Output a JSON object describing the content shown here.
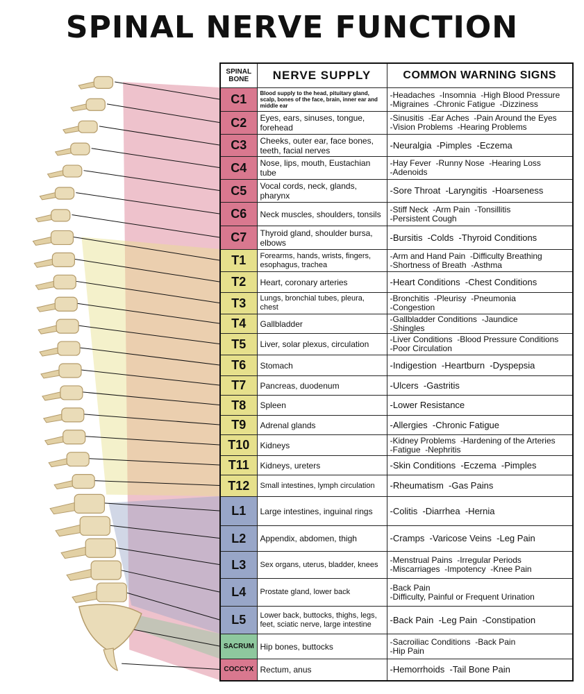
{
  "title": "SPINAL NERVE FUNCTION",
  "headers": {
    "bone_line1": "SPINAL",
    "bone_line2": "BONE",
    "nerve": "NERVE SUPPLY",
    "warning": "COMMON WARNING SIGNS"
  },
  "colors": {
    "cervical": "#d9788f",
    "thoracic": "#e6e08c",
    "lumbar": "#98a6c8",
    "sacral": "#8ec89e",
    "bone": "#eadcb8"
  },
  "rows": [
    {
      "bone": "C1",
      "nerve": "Blood supply to the head, pituitary gland, scalp, bones of the face, brain, inner ear and middle ear",
      "warn": [
        "-Headaches  -Insomnia  -High Blood Pressure",
        "-Migraines  -Chronic Fatigue  -Dizziness"
      ]
    },
    {
      "bone": "C2",
      "nerve": "Eyes, ears, sinuses, tongue, forehead",
      "warn": [
        "-Sinusitis  -Ear Aches  -Pain Around the Eyes",
        "-Vision Problems  -Hearing Problems"
      ]
    },
    {
      "bone": "C3",
      "nerve": "Cheeks, outer ear, face bones, teeth, facial nerves",
      "warn": [
        "-Neuralgia  -Pimples  -Eczema"
      ]
    },
    {
      "bone": "C4",
      "nerve": "Nose, lips, mouth, Eustachian tube",
      "warn": [
        "-Hay Fever  -Runny Nose  -Hearing Loss",
        "-Adenoids"
      ]
    },
    {
      "bone": "C5",
      "nerve": "Vocal cords, neck, glands, pharynx",
      "warn": [
        "-Sore Throat  -Laryngitis  -Hoarseness"
      ]
    },
    {
      "bone": "C6",
      "nerve": "Neck muscles, shoulders, tonsils",
      "warn": [
        "-Stiff Neck  -Arm Pain  -Tonsillitis",
        "-Persistent Cough"
      ]
    },
    {
      "bone": "C7",
      "nerve": "Thyroid gland, shoulder bursa, elbows",
      "warn": [
        "-Bursitis  -Colds  -Thyroid Conditions"
      ]
    },
    {
      "bone": "T1",
      "nerve": "Forearms, hands, wrists, fingers, esophagus, trachea",
      "warn": [
        "-Arm and Hand Pain  -Difficulty Breathing",
        "-Shortness of Breath  -Asthma"
      ]
    },
    {
      "bone": "T2",
      "nerve": "Heart, coronary arteries",
      "warn": [
        "-Heart Conditions  -Chest Conditions"
      ]
    },
    {
      "bone": "T3",
      "nerve": "Lungs, bronchial tubes, pleura, chest",
      "warn": [
        "-Bronchitis  -Pleurisy  -Pneumonia",
        "-Congestion"
      ]
    },
    {
      "bone": "T4",
      "nerve": "Gallbladder",
      "warn": [
        "-Gallbladder Conditions  -Jaundice",
        "-Shingles"
      ]
    },
    {
      "bone": "T5",
      "nerve": "Liver, solar plexus, circulation",
      "warn": [
        "-Liver Conditions  -Blood Pressure Conditions",
        "-Poor Circulation"
      ]
    },
    {
      "bone": "T6",
      "nerve": "Stomach",
      "warn": [
        "-Indigestion  -Heartburn  -Dyspepsia"
      ]
    },
    {
      "bone": "T7",
      "nerve": "Pancreas, duodenum",
      "warn": [
        "-Ulcers  -Gastritis"
      ]
    },
    {
      "bone": "T8",
      "nerve": "Spleen",
      "warn": [
        "-Lower Resistance"
      ]
    },
    {
      "bone": "T9",
      "nerve": "Adrenal glands",
      "warn": [
        "-Allergies  -Chronic Fatigue"
      ]
    },
    {
      "bone": "T10",
      "nerve": "Kidneys",
      "warn": [
        "-Kidney Problems  -Hardening of the Arteries",
        "-Fatigue  -Nephritis"
      ]
    },
    {
      "bone": "T11",
      "nerve": "Kidneys, ureters",
      "warn": [
        "-Skin Conditions  -Eczema  -Pimples"
      ]
    },
    {
      "bone": "T12",
      "nerve": "Small intestines, lymph circulation",
      "warn": [
        "-Rheumatism  -Gas Pains"
      ]
    },
    {
      "bone": "L1",
      "nerve": "Large intestines, inguinal rings",
      "warn": [
        "-Colitis  -Diarrhea  -Hernia"
      ]
    },
    {
      "bone": "L2",
      "nerve": "Appendix, abdomen, thigh",
      "warn": [
        "-Cramps  -Varicose Veins  -Leg Pain"
      ]
    },
    {
      "bone": "L3",
      "nerve": "Sex organs, uterus, bladder, knees",
      "warn": [
        "-Menstrual Pains  -Irregular Periods",
        "-Miscarriages  -Impotency  -Knee Pain"
      ]
    },
    {
      "bone": "L4",
      "nerve": "Prostate gland, lower back",
      "warn": [
        "-Back Pain",
        "-Difficulty, Painful or Frequent Urination"
      ]
    },
    {
      "bone": "L5",
      "nerve": "Lower back, buttocks, thighs, legs, feet, sciatic nerve, large intestine",
      "warn": [
        "-Back Pain  -Leg Pain  -Constipation"
      ]
    },
    {
      "bone": "SACRUM",
      "nerve": "Hip bones, buttocks",
      "warn": [
        "-Sacroiliac Conditions  -Back Pain",
        "-Hip Pain"
      ]
    },
    {
      "bone": "COCCYX",
      "nerve": "Rectum, anus",
      "warn": [
        "-Hemorrhoids  -Tail Bone Pain"
      ]
    }
  ]
}
